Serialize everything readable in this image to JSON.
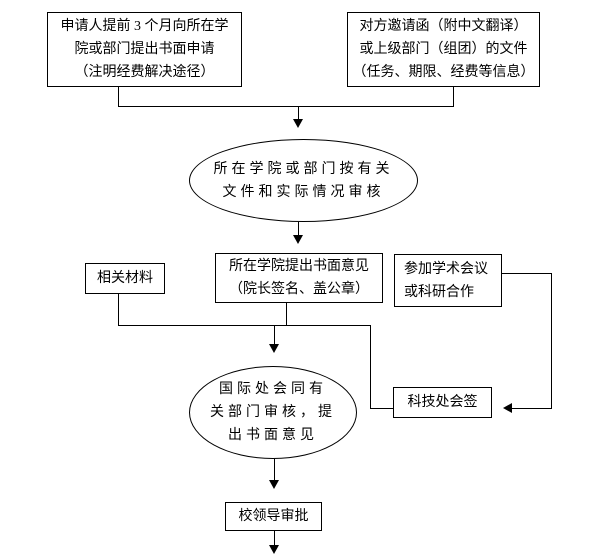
{
  "colors": {
    "line": "#000000",
    "background": "#ffffff",
    "text": "#000000"
  },
  "nodes": {
    "applicant_request": {
      "shape": "rect",
      "lines": [
        "申请人提前 3 个月向所在学",
        "院或部门提出书面申请",
        "（注明经费解决途径）"
      ]
    },
    "invitation_docs": {
      "shape": "rect",
      "lines": [
        "对方邀请函（附中文翻译）",
        "或上级部门（组团）的文件",
        "（任务、期限、经费等信息）"
      ]
    },
    "college_review": {
      "shape": "ellipse",
      "lines": [
        "所在学院或部门按有关",
        "文件和实际情况审核"
      ]
    },
    "related_materials": {
      "shape": "rect",
      "lines": [
        "相关材料"
      ]
    },
    "college_opinion": {
      "shape": "rect",
      "lines": [
        "所在学院提出书面意见",
        "（院长签名、盖公章）"
      ]
    },
    "purpose": {
      "shape": "rect",
      "lines": [
        "参加学术会议",
        "或科研合作"
      ]
    },
    "intl_office_review": {
      "shape": "ellipse",
      "lines": [
        "国际处会同有",
        "关部门审核，提",
        "出书面意见"
      ]
    },
    "scitech_countersign": {
      "shape": "rect",
      "lines": [
        "科技处会签"
      ]
    },
    "leader_approval": {
      "shape": "rect",
      "lines": [
        "校领导审批"
      ]
    }
  },
  "edges": [
    {
      "from": "applicant_request",
      "to": "college_review",
      "arrow": true
    },
    {
      "from": "invitation_docs",
      "to": "college_review",
      "arrow": true
    },
    {
      "from": "college_review",
      "to": "college_opinion",
      "arrow": true
    },
    {
      "from": "related_materials",
      "to": "intl_office_review",
      "arrow": true
    },
    {
      "from": "college_opinion",
      "to": "intl_office_review",
      "arrow": true
    },
    {
      "from": "college_opinion_junction",
      "to": "scitech_countersign",
      "arrow": false
    },
    {
      "from": "purpose",
      "to": "scitech_countersign",
      "arrow": true
    },
    {
      "from": "intl_office_review",
      "to": "leader_approval",
      "arrow": true
    },
    {
      "from": "leader_approval",
      "to": "bottom",
      "arrow": true
    }
  ]
}
